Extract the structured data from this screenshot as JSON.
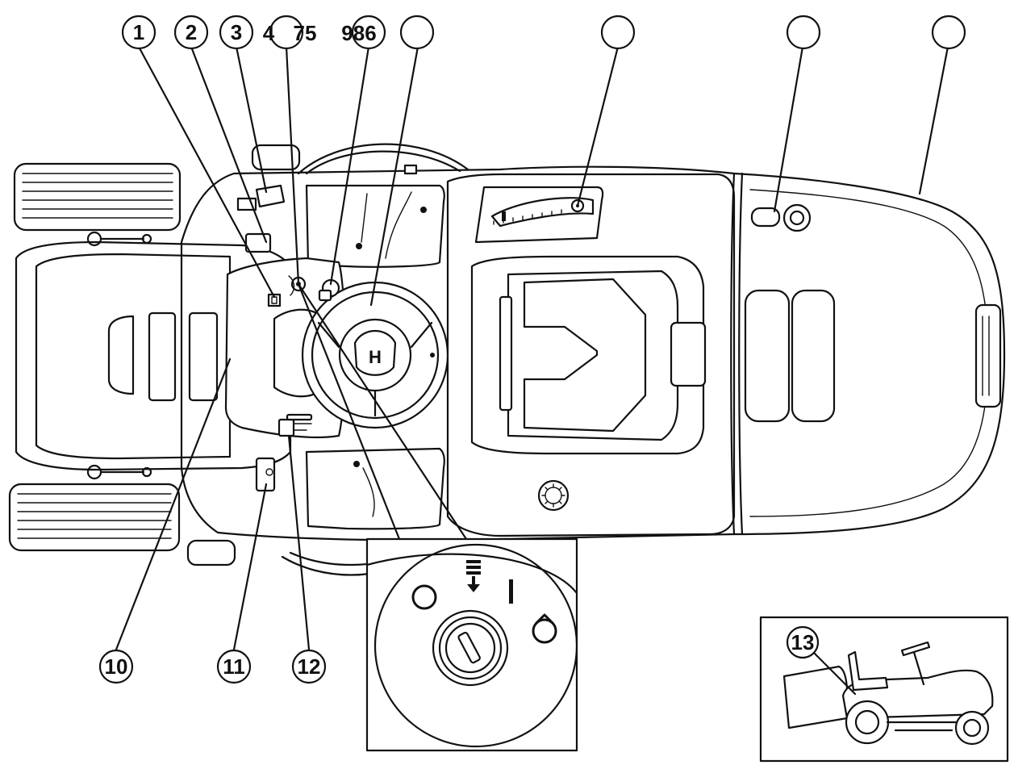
{
  "callouts": [
    {
      "id": "1",
      "label": "1"
    },
    {
      "id": "2",
      "label": "2"
    },
    {
      "id": "3",
      "label": "3"
    },
    {
      "id": "13",
      "label": "13"
    },
    {
      "id": "10",
      "label": "10"
    },
    {
      "id": "11",
      "label": "11"
    },
    {
      "id": "12",
      "label": "12"
    }
  ],
  "loose_labels": {
    "label_a": "4",
    "label_b": "75",
    "label_c": "986"
  },
  "empty_callouts": 5,
  "inset_ignition": {
    "symbols": [
      "off-circle-icon",
      "choke-arrow-icon",
      "on-bar-icon",
      "start-icon",
      "key-slot-icon"
    ]
  },
  "inset_mower_side": {
    "callout": "13"
  }
}
